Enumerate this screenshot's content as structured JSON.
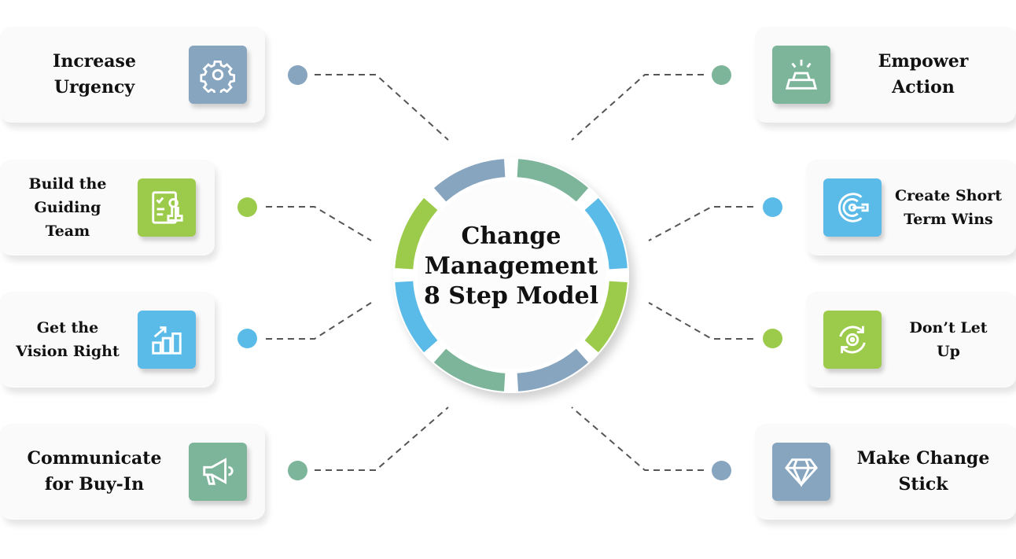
{
  "center": {
    "title": "Change\nManagement\n8 Step Model"
  },
  "colors": {
    "bluegray": "#87a5bf",
    "teal": "#7db59b",
    "blue": "#5bbbe8",
    "lime": "#9ccb4c"
  },
  "ring_segments": [
    "teal",
    "blue",
    "lime",
    "bluegray",
    "teal",
    "blue",
    "lime",
    "bluegray"
  ],
  "steps": [
    {
      "label": "Increase\nUrgency",
      "icon": "gear-icon",
      "color": "#87a5bf"
    },
    {
      "label": "Build the\nGuiding\nTeam",
      "icon": "checklist-icon",
      "color": "#9ccb4c"
    },
    {
      "label": "Get the\nVision Right",
      "icon": "bar-chart-icon",
      "color": "#5bbbe8"
    },
    {
      "label": "Communicate\nfor Buy-In",
      "icon": "megaphone-icon",
      "color": "#7db59b"
    },
    {
      "label": "Empower\nAction",
      "icon": "gold-bars-icon",
      "color": "#7db59b"
    },
    {
      "label": "Create Short\nTerm Wins",
      "icon": "target-icon",
      "color": "#5bbbe8"
    },
    {
      "label": "Don’t Let\nUp",
      "icon": "refresh-icon",
      "color": "#9ccb4c"
    },
    {
      "label": "Make Change\nStick",
      "icon": "diamond-icon",
      "color": "#87a5bf"
    }
  ]
}
